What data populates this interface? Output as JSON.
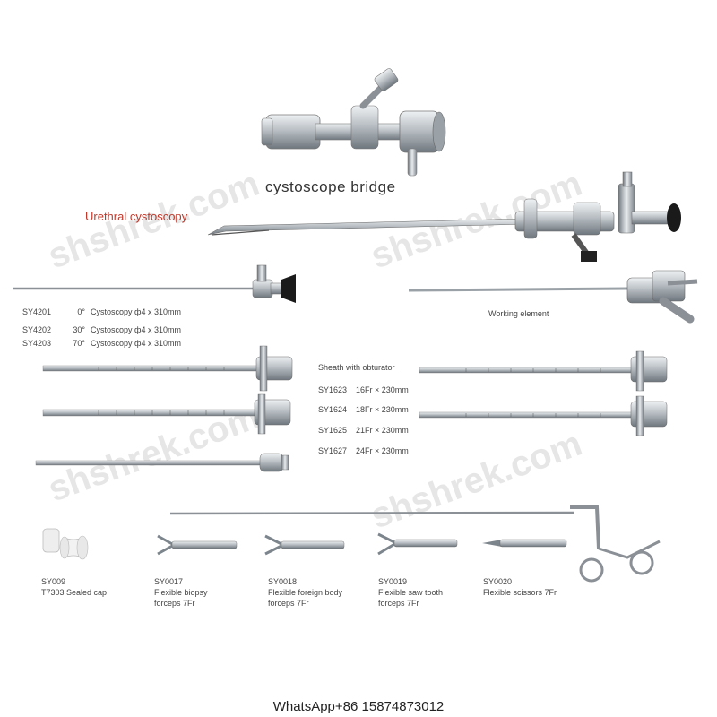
{
  "labels": {
    "cystoscope_bridge": "cystoscope bridge",
    "urethral_cystoscopy": "Urethral cystoscopy",
    "working_element": "Working element",
    "sheath_title": "Sheath with obturator",
    "whatsapp": "WhatsApp+86 15874873012"
  },
  "telescopes": [
    {
      "code": "SY4201",
      "angle": "0°",
      "name": "Cystoscopy",
      "size": "ф4 x 310mm"
    },
    {
      "code": "SY4202",
      "angle": "30°",
      "name": "Cystoscopy",
      "size": "ф4 x 310mm"
    },
    {
      "code": "SY4203",
      "angle": "70°",
      "name": "Cystoscopy",
      "size": "ф4 x 310mm"
    }
  ],
  "sheaths": [
    {
      "code": "SY1623",
      "size": "16Fr × 230mm"
    },
    {
      "code": "SY1624",
      "size": "18Fr × 230mm"
    },
    {
      "code": "SY1625",
      "size": "21Fr × 230mm"
    },
    {
      "code": "SY1627",
      "size": "24Fr × 230mm"
    }
  ],
  "accessories": [
    {
      "code": "SY009",
      "line1": "T7303 Sealed cap",
      "line2": ""
    },
    {
      "code": "SY0017",
      "line1": "Flexible biopsy",
      "line2": "forceps 7Fr"
    },
    {
      "code": "SY0018",
      "line1": "Flexible foreign body",
      "line2": "forceps 7Fr"
    },
    {
      "code": "SY0019",
      "line1": "Flexible saw tooth",
      "line2": "forceps 7Fr"
    },
    {
      "code": "SY0020",
      "line1": "Flexible scissors 7Fr",
      "line2": ""
    }
  ],
  "watermark": "shshrek.com",
  "colors": {
    "steel": "#b9bfc4",
    "steel_dark": "#7d858c",
    "red_label": "#c0392b"
  }
}
